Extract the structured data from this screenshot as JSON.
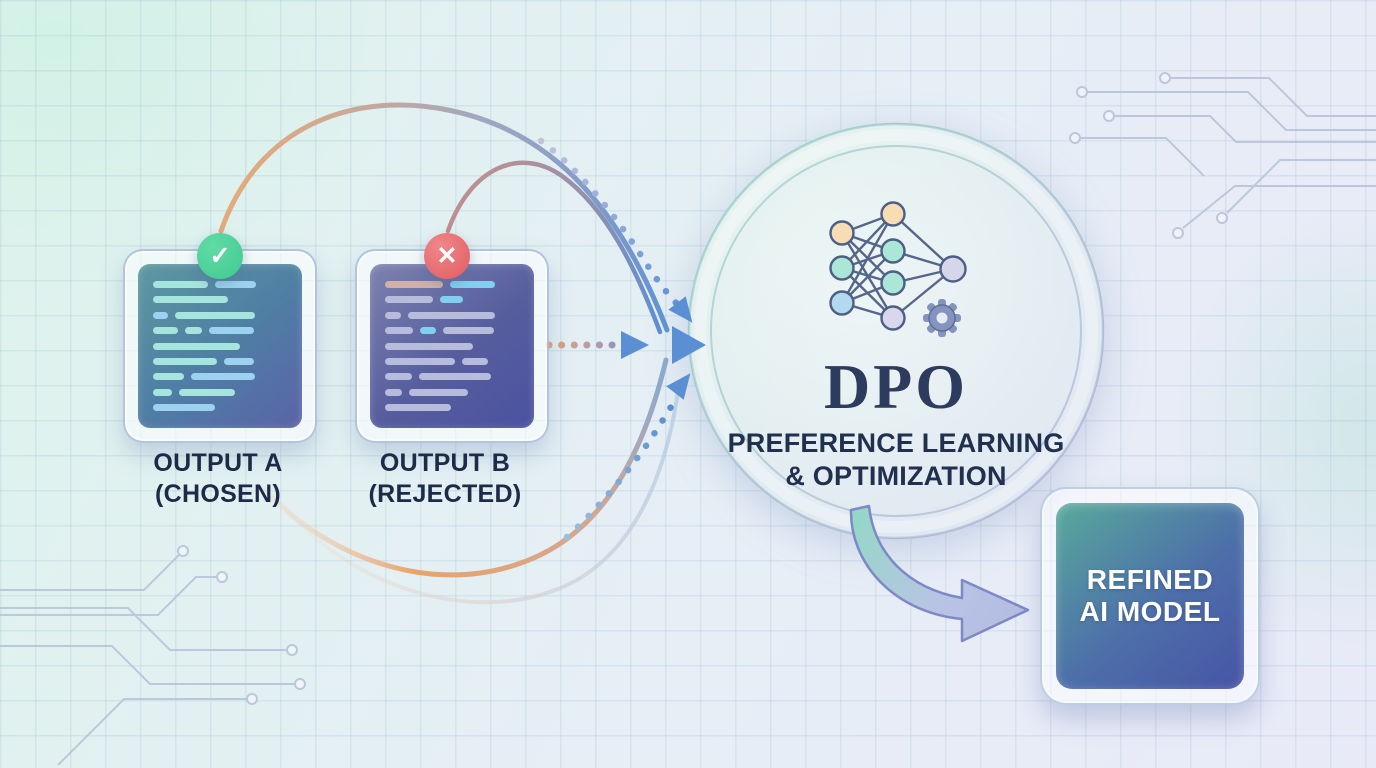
{
  "title": "DPO preference learning diagram",
  "colors": {
    "accent_blue": "#5b8fd4",
    "accent_orange": "#e8a36c",
    "chosen_green": "#3fca90",
    "rejected_red": "#e25c60",
    "navy_text": "#1d2a48",
    "card_a_gradient_start": "#5e98a0",
    "card_a_gradient_end": "#5a63a8",
    "card_b_gradient_start": "#7d82ae",
    "card_b_gradient_end": "#4b52a0",
    "model_gradient_start": "#58a99c",
    "model_gradient_end": "#4754a6"
  },
  "bar_colors": {
    "cyan": "#a6e4de",
    "blue": "#9cd2f0",
    "lav": "#b7bcdc",
    "sky": "#82d0f0",
    "warm": "#d2b0a8"
  },
  "cards": [
    {
      "id": "output-a",
      "label_line1": "OUTPUT A",
      "label_line2": "(CHOSEN)",
      "status": "chosen",
      "badge_glyph": "✓",
      "lines": [
        [
          {
            "w": 41,
            "c": "cyan"
          },
          {
            "w": 31,
            "c": "blue"
          }
        ],
        [
          {
            "w": 56,
            "c": "cyan"
          }
        ],
        [
          {
            "w": 11,
            "c": "blue"
          },
          {
            "w": 60,
            "c": "cyan"
          }
        ],
        [
          {
            "w": 19,
            "c": "cyan"
          },
          {
            "w": 12,
            "c": "cyan"
          },
          {
            "w": 34,
            "c": "blue"
          }
        ],
        [
          {
            "w": 65,
            "c": "cyan"
          }
        ],
        [
          {
            "w": 48,
            "c": "cyan"
          },
          {
            "w": 22,
            "c": "blue"
          }
        ],
        [
          {
            "w": 23,
            "c": "cyan"
          },
          {
            "w": 48,
            "c": "blue"
          }
        ],
        [
          {
            "w": 14,
            "c": "cyan"
          },
          {
            "w": 42,
            "c": "cyan"
          }
        ],
        [
          {
            "w": 46,
            "c": "blue"
          }
        ]
      ]
    },
    {
      "id": "output-b",
      "label_line1": "OUTPUT B",
      "label_line2": "(REJECTED)",
      "status": "rejected",
      "badge_glyph": "✕",
      "lines": [
        [
          {
            "w": 43,
            "c": "warm"
          },
          {
            "w": 34,
            "c": "sky"
          }
        ],
        [
          {
            "w": 36,
            "c": "lav"
          },
          {
            "w": 17,
            "c": "sky"
          }
        ],
        [
          {
            "w": 12,
            "c": "lav"
          },
          {
            "w": 65,
            "c": "lav"
          }
        ],
        [
          {
            "w": 21,
            "c": "lav"
          },
          {
            "w": 12,
            "c": "sky"
          },
          {
            "w": 38,
            "c": "lav"
          }
        ],
        [
          {
            "w": 66,
            "c": "lav"
          }
        ],
        [
          {
            "w": 52,
            "c": "lav"
          },
          {
            "w": 20,
            "c": "lav"
          }
        ],
        [
          {
            "w": 20,
            "c": "lav"
          },
          {
            "w": 54,
            "c": "lav"
          }
        ],
        [
          {
            "w": 13,
            "c": "lav"
          },
          {
            "w": 44,
            "c": "lav"
          }
        ],
        [
          {
            "w": 49,
            "c": "lav"
          }
        ]
      ]
    }
  ],
  "dpo_circle": {
    "title": "DPO",
    "subtitle_line1": "PREFERENCE LEARNING",
    "subtitle_line2": "& OPTIMIZATION"
  },
  "output_box": {
    "label_line1": "REFINED",
    "label_line2": "AI MODEL"
  }
}
